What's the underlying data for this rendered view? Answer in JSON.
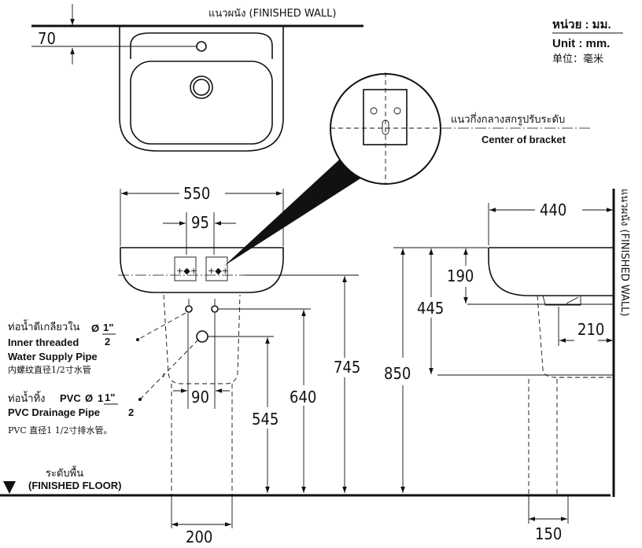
{
  "units": {
    "thai": "หน่วย : มม.",
    "english": "Unit : mm.",
    "chinese": "单位：毫米"
  },
  "wall_label_top": "แนวผนัง (FINISHED WALL)",
  "wall_label_side": "แนวผนัง (FINISHED WALL)",
  "bracket": {
    "thai": "แนวกึ่งกลางสกรูปรับระดับ",
    "english": "Center of bracket"
  },
  "water_supply": {
    "thai": "ท่อน้ำดีเกลียวใน",
    "size": "Ø",
    "fraction_whole": "",
    "fraction_num": "1\"",
    "fraction_den": "2",
    "english_line1": "Inner threaded",
    "english_line2": "Water Supply Pipe",
    "chinese": "内螺纹直径1/2寸水管"
  },
  "drainage": {
    "thai": "ท่อน้ำทิ้ง",
    "material": "PVC",
    "size_symbol": "Ø",
    "fraction_whole": "1",
    "fraction_num": "1\"",
    "fraction_den": "2",
    "english": "PVC Drainage Pipe",
    "chinese": "PVC 直径1 1/2寸排水管。"
  },
  "floor": {
    "thai": "ระดับพื้น",
    "english": "(FINISHED FLOOR)"
  },
  "dimensions": {
    "top_offset": "70",
    "width": "550",
    "tap_spacing": "95",
    "pipe_spacing": "90",
    "pedestal_base": "200",
    "depth": "440",
    "bowl_height": "190",
    "bracket_height": "445",
    "pedestal_setback": "210",
    "rim_height": "850",
    "bracket_floor": "745",
    "supply_height": "640",
    "drain_height": "545",
    "side_base": "150"
  }
}
